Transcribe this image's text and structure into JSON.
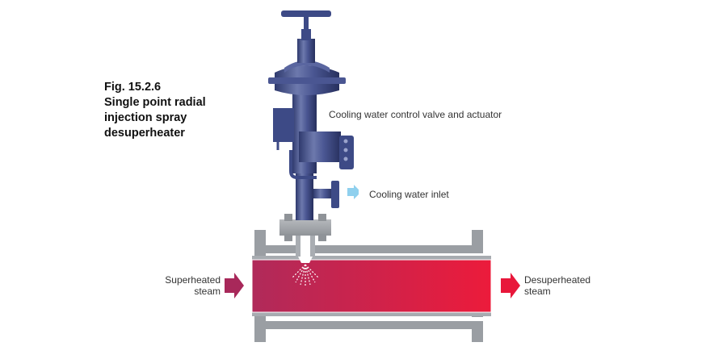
{
  "caption": {
    "lines": [
      "Fig. 15.2.6",
      "Single point radial",
      "injection spray",
      "desuperheater"
    ]
  },
  "labels": {
    "valve": "Cooling water control valve and actuator",
    "inlet": "Cooling water inlet",
    "superheated": [
      "Superheated",
      "steam"
    ],
    "desuperheated": [
      "Desuperheated",
      "steam"
    ]
  },
  "icons": {
    "inlet_arrow": "arrow-right-icon",
    "superheated_arrow": "arrow-right-icon",
    "desuperheated_arrow": "arrow-right-icon"
  },
  "colors": {
    "steam_start": "#b02a5a",
    "steam_end": "#ec1b3b",
    "valve_body": "#3d4a86",
    "flange": "#9a9ea3",
    "inlet_arrow": "#8fd0ee",
    "superheated_arrow": "#a8285a",
    "desuperheated_arrow": "#e8173a"
  }
}
